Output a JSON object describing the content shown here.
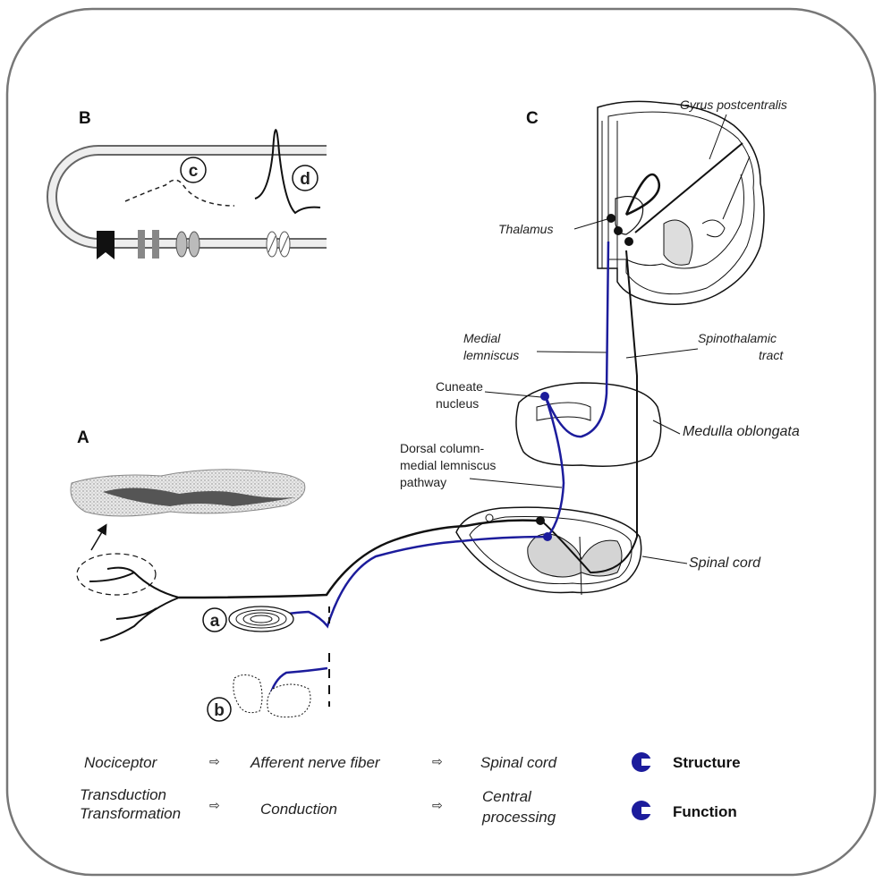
{
  "panels": {
    "a": "A",
    "b": "B",
    "c": "C"
  },
  "markers": {
    "a": "a",
    "b": "b",
    "c": "c",
    "d": "d"
  },
  "labels": {
    "gyrus": "Gyrus postcentralis",
    "thalamus": "Thalamus",
    "medial_lemniscus_1": "Medial",
    "medial_lemniscus_2": "lemniscus",
    "spinothalamic_1": "Spinothalamic",
    "spinothalamic_2": "tract",
    "cuneate_1": "Cuneate",
    "cuneate_2": "nucleus",
    "medulla": "Medulla oblongata",
    "dorsal_1": "Dorsal column-",
    "dorsal_2": "medial  lemniscus",
    "dorsal_3": "pathway",
    "spinal_cord": "Spinal cord"
  },
  "legend": {
    "row1": [
      "Nociceptor",
      "Afferent nerve fiber",
      "Spinal cord"
    ],
    "row2_col1": [
      "Transduction",
      "Transformation"
    ],
    "row2_col2": "Conduction",
    "row2_col3": [
      "Central",
      "processing"
    ],
    "arrow": "⇨",
    "key_structure": "Structure",
    "key_function": "Function"
  },
  "colors": {
    "pathway_blue": "#1c1c9c",
    "neuron_black": "#111111",
    "frame": "#777777"
  }
}
